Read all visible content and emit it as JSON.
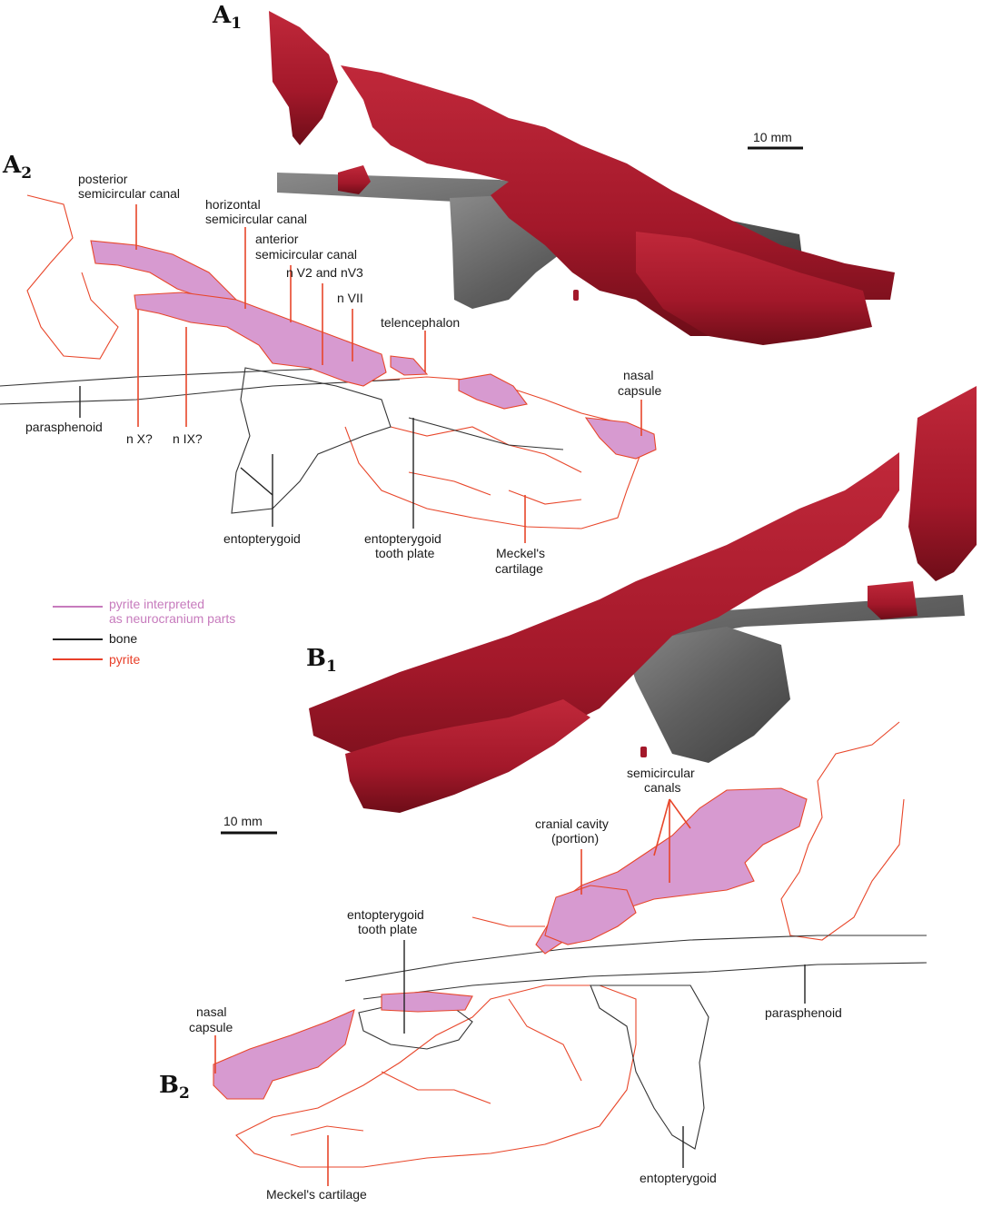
{
  "panels": {
    "a1": "A",
    "a1_sub": "1",
    "a2": "A",
    "a2_sub": "2",
    "b1": "B",
    "b1_sub": "1",
    "b2": "B",
    "b2_sub": "2"
  },
  "scale_bars": {
    "top": "10 mm",
    "bottom": "10 mm"
  },
  "labels_a2": {
    "posterior_1": "posterior",
    "posterior_2": "semicircular canal",
    "horizontal_1": "horizontal",
    "horizontal_2": "semicircular canal",
    "anterior_1": "anterior",
    "anterior_2": "semicircular canal",
    "nv2": "n V2 and nV3",
    "nvii": "n VII",
    "telencephalon": "telencephalon",
    "nasal_1": "nasal",
    "nasal_2": "capsule",
    "parasphenoid": "parasphenoid",
    "nx": "n X?",
    "nix": "n IX?",
    "entopterygoid": "entopterygoid",
    "ent_tooth_1": "entopterygoid",
    "ent_tooth_2": "tooth plate",
    "meckel_1": "Meckel's",
    "meckel_2": "cartilage"
  },
  "legend": {
    "pink_1": "pyrite interpreted",
    "pink_2": "as neurocranium parts",
    "bone": "bone",
    "pyrite": "pyrite",
    "colors": {
      "pink": "#c77bbd",
      "bone": "#222222",
      "pyrite": "#e8402a"
    }
  },
  "labels_b2": {
    "semicircular_1": "semicircular",
    "semicircular_2": "canals",
    "cranial_1": "cranial cavity",
    "cranial_2": "(portion)",
    "ent_tooth_1": "entopterygoid",
    "ent_tooth_2": "tooth plate",
    "nasal_1": "nasal",
    "nasal_2": "capsule",
    "parasphenoid": "parasphenoid",
    "entopterygoid": "entopterygoid",
    "meckel": "Meckel's cartilage"
  },
  "colors": {
    "specimen_red": "#a3182a",
    "specimen_grey": "#6b6b6b",
    "neurocranium_fill": "#d79ad0"
  }
}
